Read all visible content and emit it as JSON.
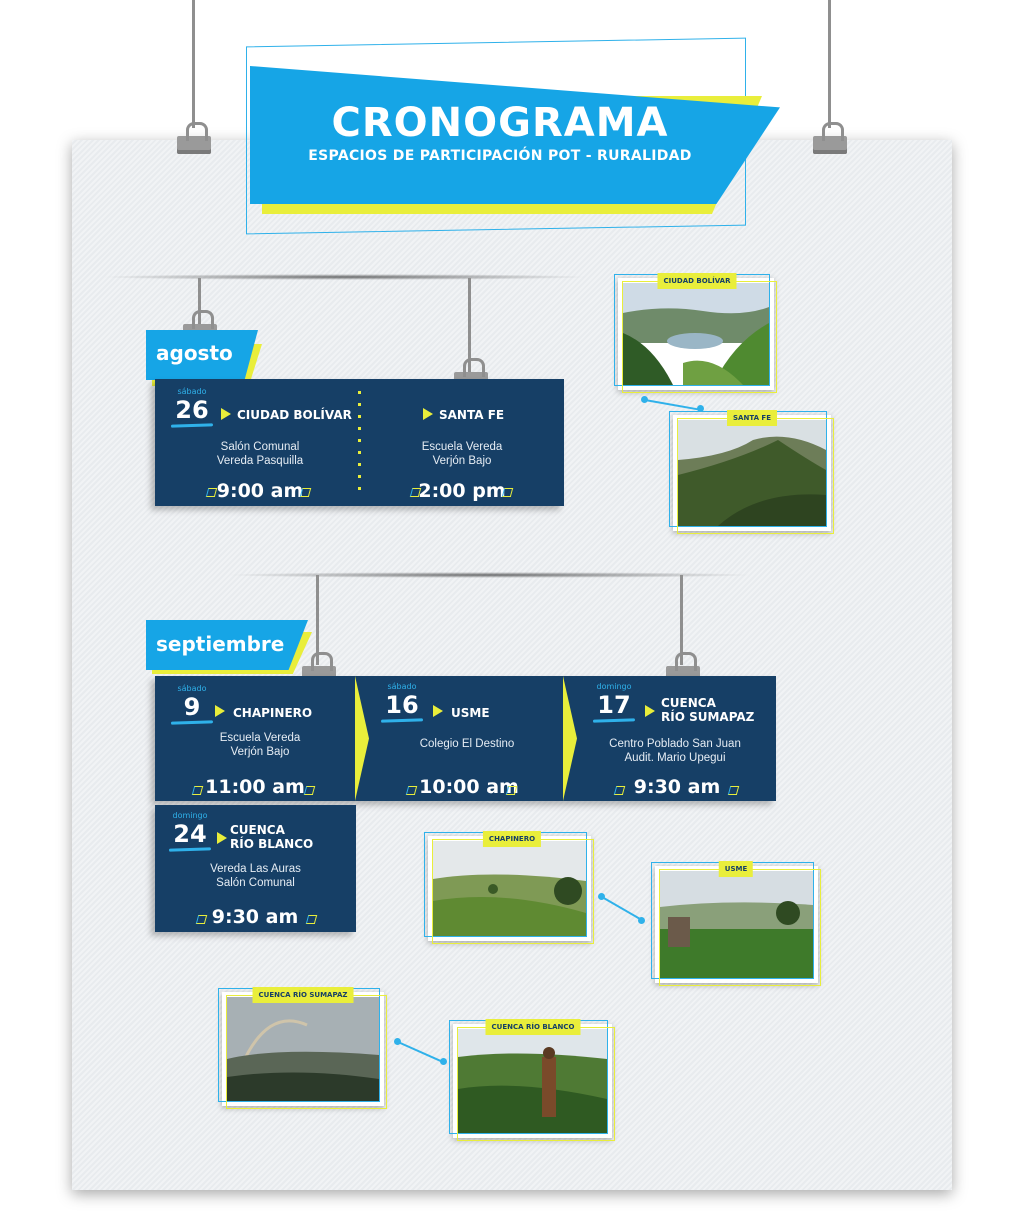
{
  "header": {
    "title": "CRONOGRAMA",
    "subtitle": "ESPACIOS DE PARTICIPACIÓN POT - RURALIDAD"
  },
  "colors": {
    "accent_blue": "#16a5e6",
    "accent_yellow": "#e9ee3b",
    "card_navy": "#163f66"
  },
  "months": [
    {
      "label": "agosto"
    },
    {
      "label": "septiembre"
    }
  ],
  "events": [
    {
      "weekday": "sábado",
      "day": "26",
      "location": "CIUDAD BOLÍVAR",
      "place_1": "Salón Comunal",
      "place_2": "Vereda Pasquilla",
      "time": "9:00 am"
    },
    {
      "weekday": "",
      "day": "",
      "location": "SANTA FE",
      "place_1": "Escuela Vereda",
      "place_2": "Verjón Bajo",
      "time": "2:00 pm"
    },
    {
      "weekday": "sábado",
      "day": "9",
      "location": "CHAPINERO",
      "place_1": "Escuela Vereda",
      "place_2": "Verjón Bajo",
      "time": "11:00 am"
    },
    {
      "weekday": "sábado",
      "day": "16",
      "location": "USME",
      "place_1": "Colegio El Destino",
      "place_2": "",
      "time": "10:00 am"
    },
    {
      "weekday": "domingo",
      "day": "17",
      "location_1": "CUENCA",
      "location_2": "RÍO SUMAPAZ",
      "place_1": "Centro Poblado San Juan",
      "place_2": "Audit. Mario Upegui",
      "time": "9:30 am"
    },
    {
      "weekday": "domingo",
      "day": "24",
      "location_1": "CUENCA",
      "location_2": "RÍO BLANCO",
      "place_1": "Vereda Las Auras",
      "place_2": "Salón Comunal",
      "time": "9:30 am"
    }
  ],
  "photos": [
    {
      "label": "CIUDAD BOLÍVAR",
      "scene": "lake-valley"
    },
    {
      "label": "SANTA FE",
      "scene": "forest-ridge"
    },
    {
      "label": "CHAPINERO",
      "scene": "green-hills"
    },
    {
      "label": "USME",
      "scene": "farm-field"
    },
    {
      "label": "CUENCA RÍO SUMAPAZ",
      "scene": "rainbow-misty"
    },
    {
      "label": "CUENCA RÍO BLANCO",
      "scene": "scarecrow-valley"
    }
  ]
}
